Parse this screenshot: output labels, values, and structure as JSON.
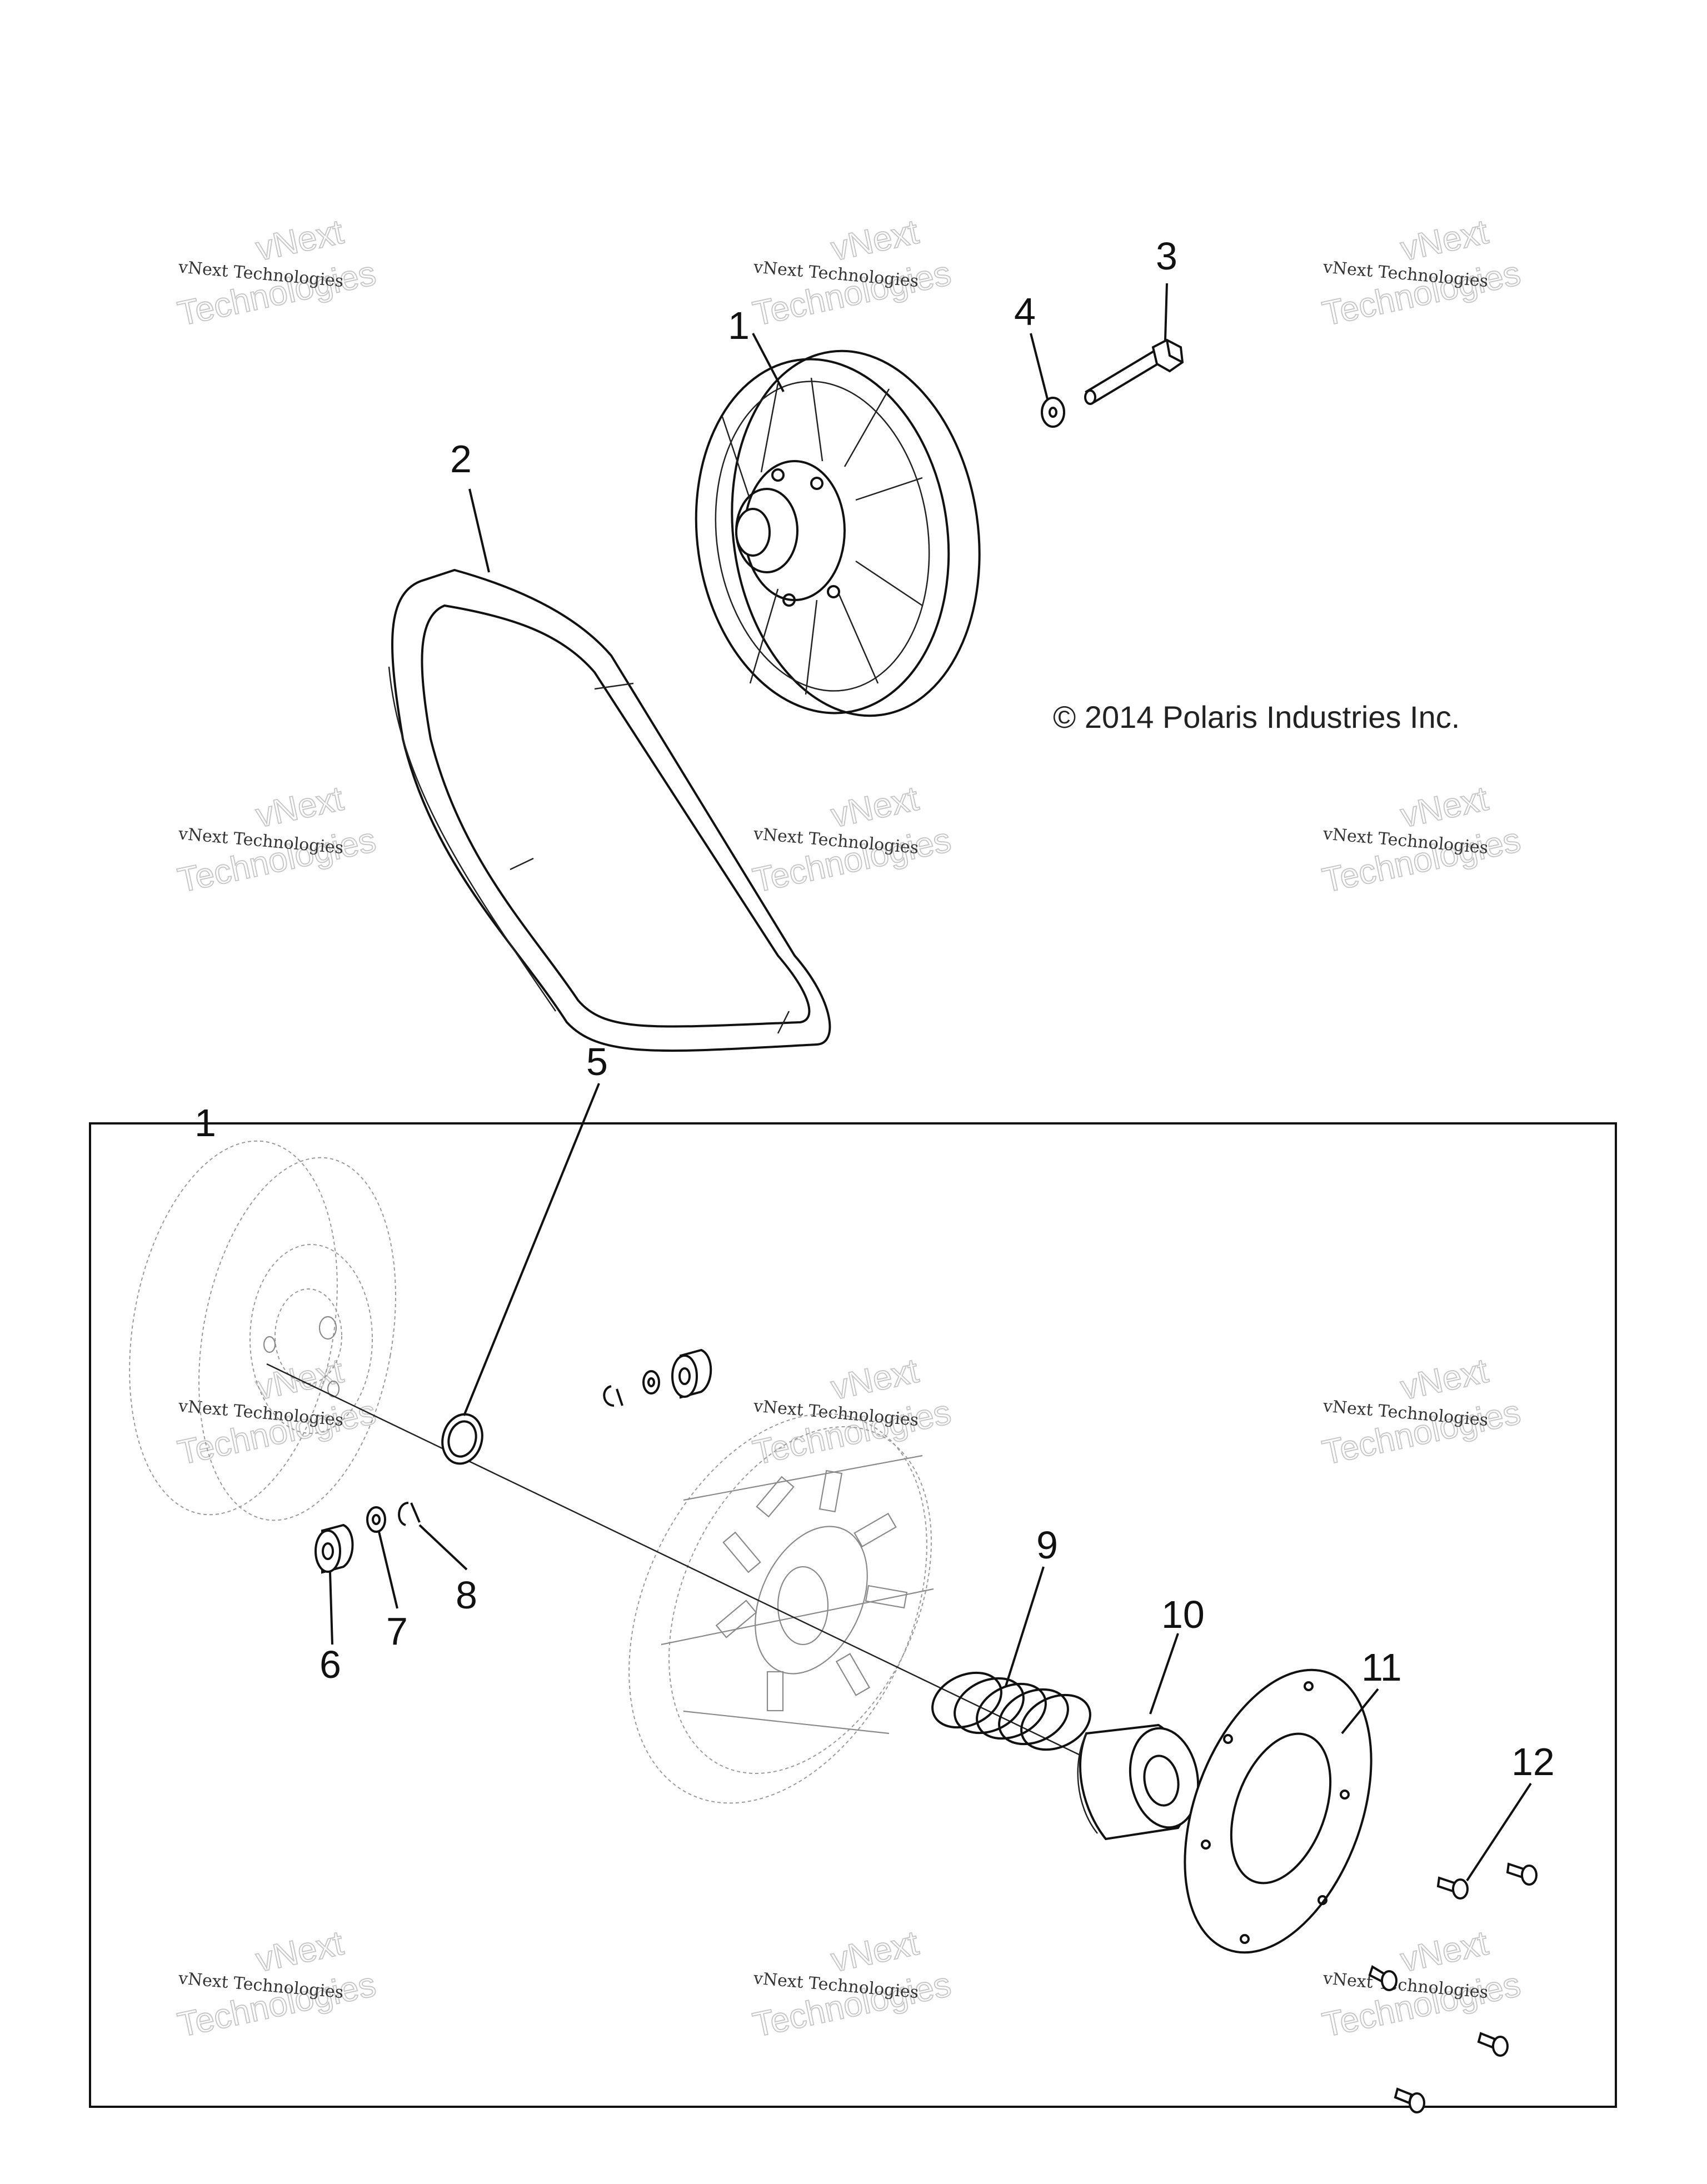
{
  "copyright": "© 2014 Polaris Industries Inc.",
  "watermark": {
    "line1": "vNext Technologies",
    "line2a": "vNext",
    "line2b": "Technologies"
  },
  "callouts": {
    "c1_top": "1",
    "c2": "2",
    "c3": "3",
    "c4": "4",
    "c1_box": "1",
    "c5": "5",
    "c6": "6",
    "c7": "7",
    "c8": "8",
    "c9": "9",
    "c10": "10",
    "c11": "11",
    "c12": "12"
  },
  "colors": {
    "line": "#111111",
    "watermark_outline": "#c8c8c8",
    "exploded_part": "#9a9a9a"
  }
}
